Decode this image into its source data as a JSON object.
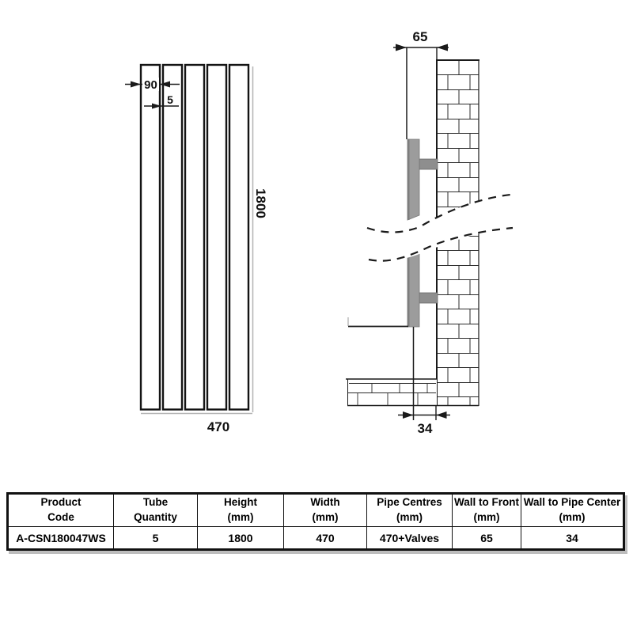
{
  "front_view": {
    "panel_width_label": "90",
    "panel_gap_label": "5",
    "height_label": "1800",
    "width_label": "470"
  },
  "side_view": {
    "wall_to_front_label": "65",
    "wall_to_pipe_label": "34"
  },
  "colors": {
    "line": "#1a1a1a",
    "dim_line_gray": "#b3b3b3",
    "radiator_gray": "#9c9c9c",
    "radiator_edge_gray": "#7d7d7d",
    "bracket_gray": "#8e8e8e",
    "table_shadow": "#bdbdbd"
  },
  "table": {
    "columns": [
      {
        "header": "Product\nCode",
        "value": "A-CSN180047WS"
      },
      {
        "header": "Tube\nQuantity",
        "value": "5"
      },
      {
        "header": "Height\n(mm)",
        "value": "1800"
      },
      {
        "header": "Width\n(mm)",
        "value": "470"
      },
      {
        "header": "Pipe Centres\n(mm)",
        "value": "470+Valves"
      },
      {
        "header": "Wall to Front\n(mm)",
        "value": "65"
      },
      {
        "header": "Wall to Pipe Center\n(mm)",
        "value": "34"
      }
    ]
  }
}
